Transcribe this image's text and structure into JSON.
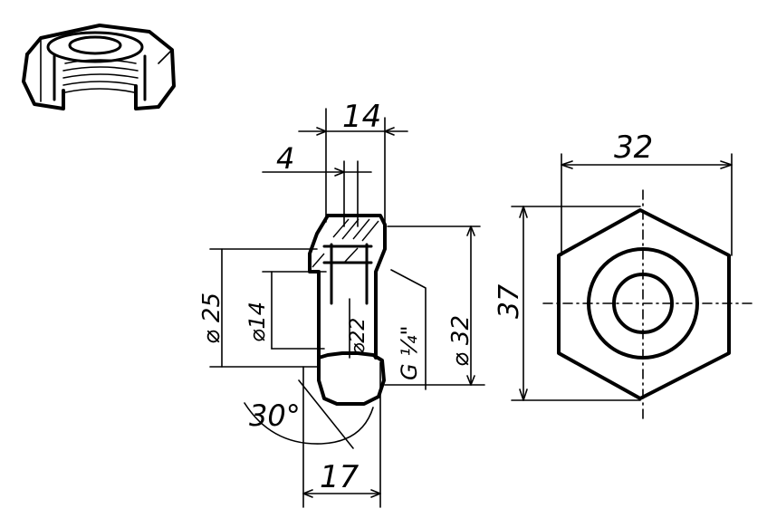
{
  "drawing": {
    "dim_width_top": "14",
    "dim_offset": "4",
    "dim_hex_width": "32",
    "dim_hex_height": "37",
    "dim_dia_25": "⌀ 25",
    "dim_dia_14": "⌀14",
    "dim_dia_22": "⌀22",
    "dim_thread": "G ¼\"",
    "dim_dia_32": "⌀ 32",
    "dim_angle": "30°",
    "dim_bottom_width": "17"
  }
}
